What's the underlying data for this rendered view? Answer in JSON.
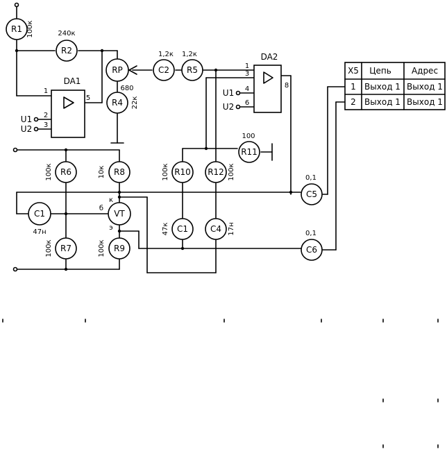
{
  "components": {
    "R1": {
      "name": "R1",
      "value": "100к"
    },
    "R2": {
      "name": "R2",
      "value": "240к"
    },
    "RP": {
      "name": "RP",
      "value": "680"
    },
    "R4": {
      "name": "R4",
      "value": "22к"
    },
    "C2": {
      "name": "C2",
      "value": "1,2к"
    },
    "R5": {
      "name": "R5",
      "value": "1,2к"
    },
    "R6": {
      "name": "R6",
      "value": "100к"
    },
    "R8": {
      "name": "R8",
      "value": "10к"
    },
    "R7": {
      "name": "R7",
      "value": "100к"
    },
    "R9": {
      "name": "R9",
      "value": "100к"
    },
    "C1a": {
      "name": "C1",
      "value": "47н"
    },
    "VT": {
      "name": "VT"
    },
    "R10": {
      "name": "R10",
      "value": "100к"
    },
    "R12": {
      "name": "R12",
      "value": "100к"
    },
    "R11": {
      "name": "R11",
      "value": "100"
    },
    "C1b": {
      "name": "C1",
      "value": "47к"
    },
    "C4": {
      "name": "C4",
      "value": "17н"
    },
    "C5": {
      "name": "C5",
      "value": "0,1"
    },
    "C6": {
      "name": "C6",
      "value": "0,1"
    }
  },
  "opamps": {
    "DA1": {
      "name": "DA1",
      "pins": [
        "1",
        "2",
        "3",
        "5"
      ],
      "inputs": [
        "U1",
        "U2"
      ]
    },
    "DA2": {
      "name": "DA2",
      "pins": [
        "1",
        "3",
        "4",
        "6",
        "8"
      ],
      "inputs": [
        "U1",
        "U2"
      ]
    }
  },
  "transistor_terminals": {
    "base": "б",
    "collector": "к",
    "emitter": "э"
  },
  "connector_table": {
    "headers": [
      "X5",
      "Цепь",
      "Адрес"
    ],
    "rows": [
      [
        "1",
        "Выход 1",
        "Выход 1"
      ],
      [
        "2",
        "Выход 1",
        "Выход 1"
      ]
    ]
  }
}
